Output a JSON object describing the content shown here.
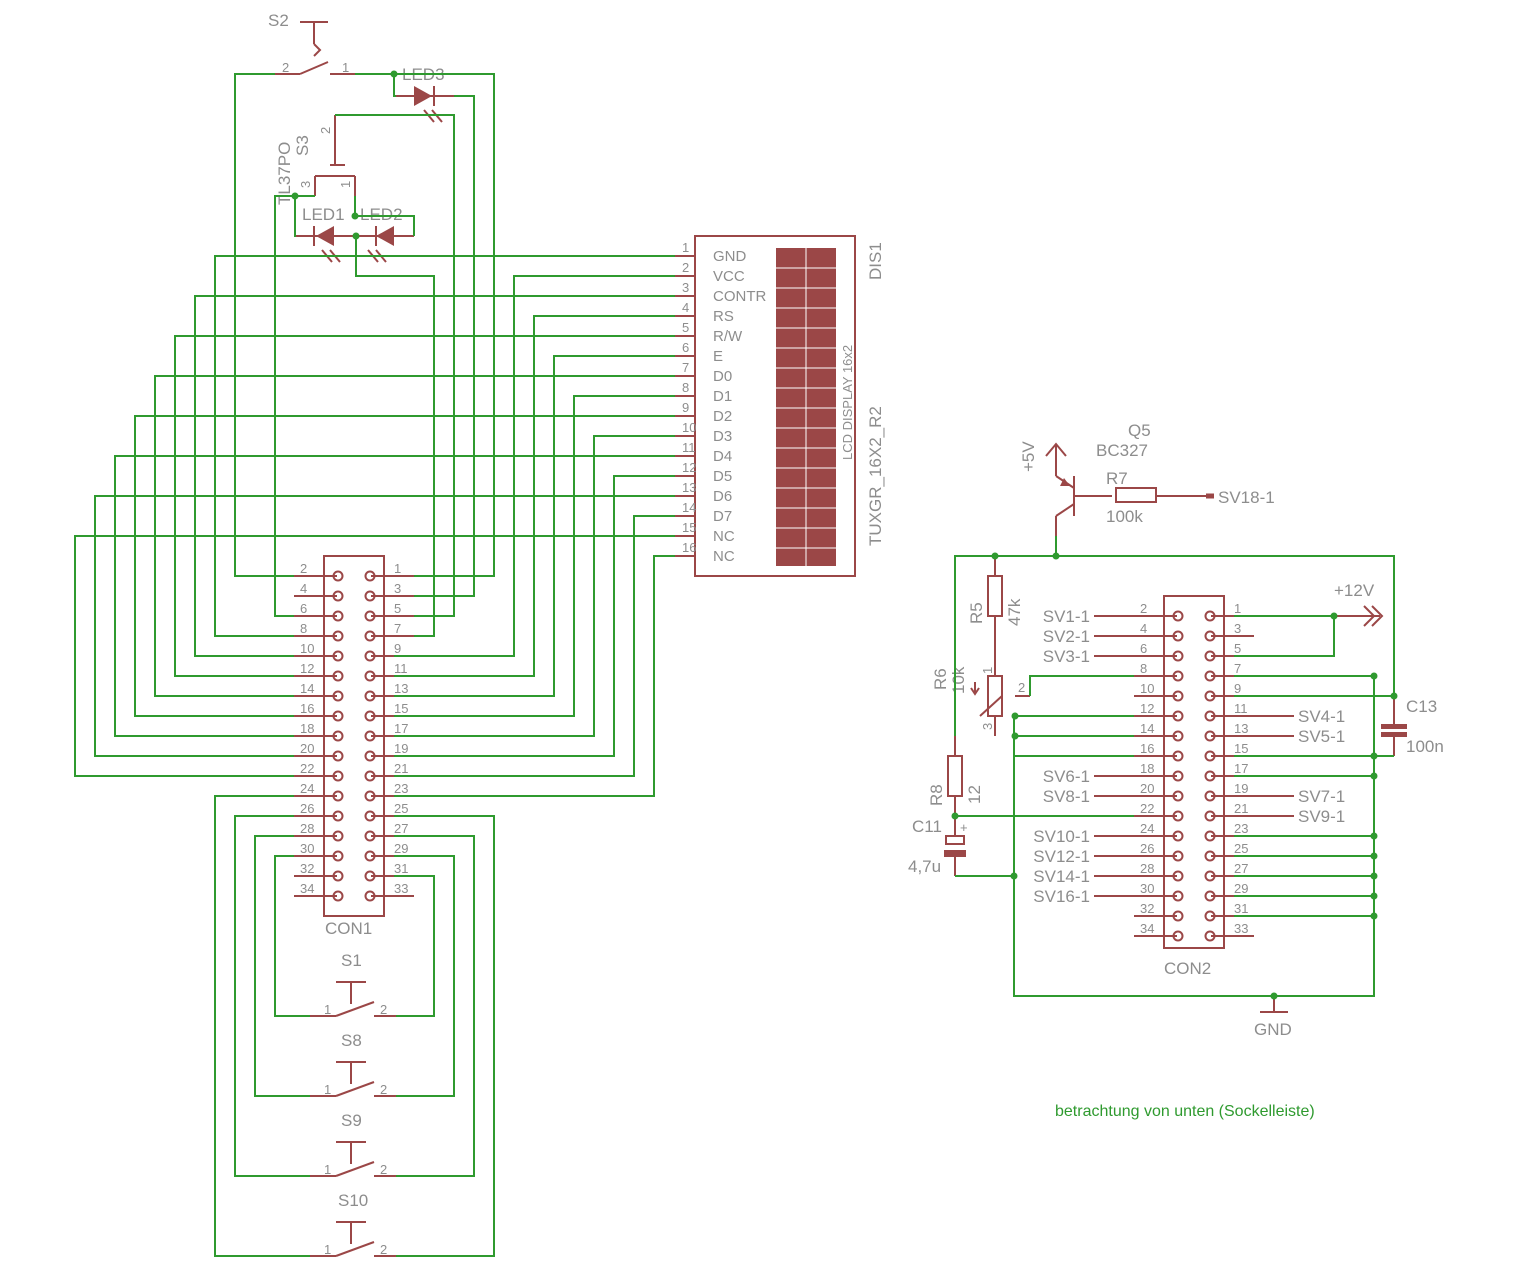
{
  "lcd": {
    "name": "DIS1",
    "value": "TUXGR_16X2_R2",
    "title": "LCD DISPLAY 16x2",
    "pins": [
      {
        "num": "1",
        "name": "GND"
      },
      {
        "num": "2",
        "name": "VCC"
      },
      {
        "num": "3",
        "name": "CONTR"
      },
      {
        "num": "4",
        "name": "RS"
      },
      {
        "num": "5",
        "name": "R/W"
      },
      {
        "num": "6",
        "name": "E"
      },
      {
        "num": "7",
        "name": "D0"
      },
      {
        "num": "8",
        "name": "D1"
      },
      {
        "num": "9",
        "name": "D2"
      },
      {
        "num": "10",
        "name": "D3"
      },
      {
        "num": "11",
        "name": "D4"
      },
      {
        "num": "12",
        "name": "D5"
      },
      {
        "num": "13",
        "name": "D6"
      },
      {
        "num": "14",
        "name": "D7"
      },
      {
        "num": "15",
        "name": "NC"
      },
      {
        "num": "16",
        "name": "NC"
      }
    ]
  },
  "con1": {
    "name": "CON1"
  },
  "con2": {
    "name": "CON2"
  },
  "connector_pins": {
    "left": [
      "2",
      "4",
      "6",
      "8",
      "10",
      "12",
      "14",
      "16",
      "18",
      "20",
      "22",
      "24",
      "26",
      "28",
      "30",
      "32",
      "34"
    ],
    "right": [
      "1",
      "3",
      "5",
      "7",
      "9",
      "11",
      "13",
      "15",
      "17",
      "19",
      "21",
      "23",
      "25",
      "27",
      "29",
      "31",
      "33"
    ]
  },
  "parts": {
    "s2": "S2",
    "s3": "S3",
    "s3_value": "TL37PO",
    "led1": "LED1",
    "led2": "LED2",
    "led3": "LED3",
    "s1": "S1",
    "s8": "S8",
    "s9": "S9",
    "s10": "S10",
    "q5": "Q5",
    "q5_value": "BC327",
    "r7": "R7",
    "r7_value": "100k",
    "r5": "R5",
    "r5_value": "47k",
    "r6": "R6",
    "r6_value": "10k",
    "r8": "R8",
    "r8_value": "12",
    "c11": "C11",
    "c11_value": "4,7u",
    "c13": "C13",
    "c13_value": "100n"
  },
  "supplies": {
    "v5": "+5V",
    "v12": "+12V",
    "gnd": "GND"
  },
  "signals": {
    "left": [
      "SV1-1",
      "SV2-1",
      "SV3-1",
      "SV6-1",
      "SV8-1",
      "SV10-1",
      "SV12-1",
      "SV14-1",
      "SV16-1"
    ],
    "right": [
      "SV4-1",
      "SV5-1",
      "SV7-1",
      "SV9-1"
    ],
    "sv18": "SV18-1"
  },
  "switch_pin_labels": {
    "one": "1",
    "two": "2",
    "three": "3"
  },
  "note": "betrachtung von unten (Sockelleiste)",
  "colors": {
    "wire": "#2f9a2f",
    "part": "#9b4747",
    "label": "#8d8d8d"
  }
}
